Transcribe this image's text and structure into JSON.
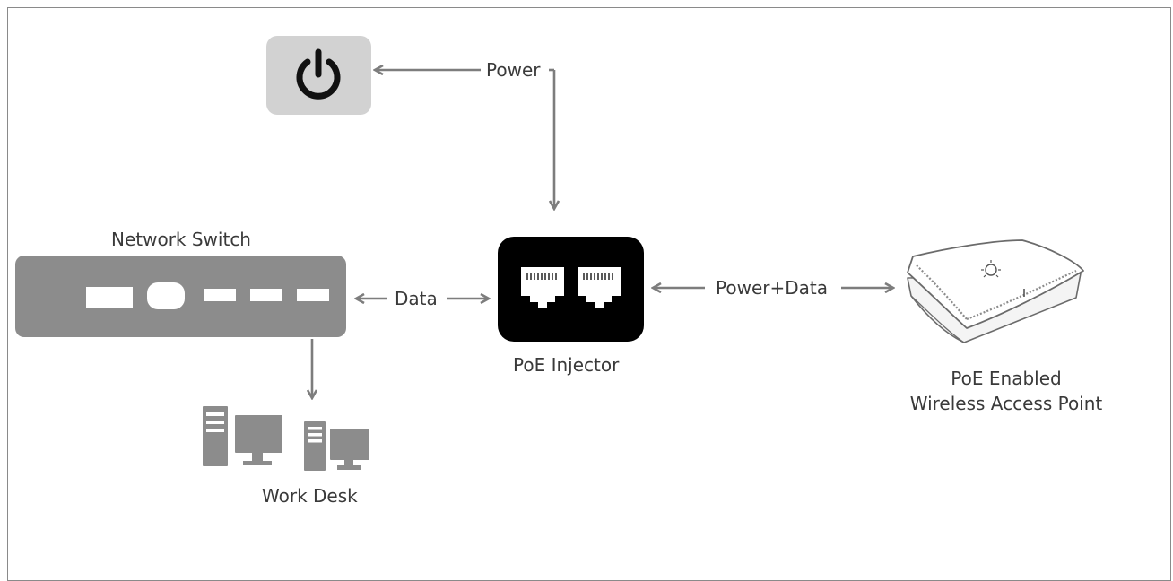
{
  "labels": {
    "power": "Power",
    "network_switch": "Network Switch",
    "data": "Data",
    "power_data": "Power+Data",
    "poe_injector": "PoE Injector",
    "ap_line1": "PoE Enabled",
    "ap_line2": "Wireless Access Point",
    "work_desk": "Work Desk"
  },
  "colors": {
    "arrow": "#7d7d7d",
    "device_gray": "#8c8c8c",
    "power_box": "#d2d2d2",
    "injector": "#000000",
    "text": "#3a3a3a"
  },
  "icons": {
    "power_source": "power-icon",
    "switch": "network-switch-icon",
    "injector": "poe-injector-icon",
    "access_point": "wireless-access-point-icon",
    "desk": "desktop-computer-icon"
  }
}
